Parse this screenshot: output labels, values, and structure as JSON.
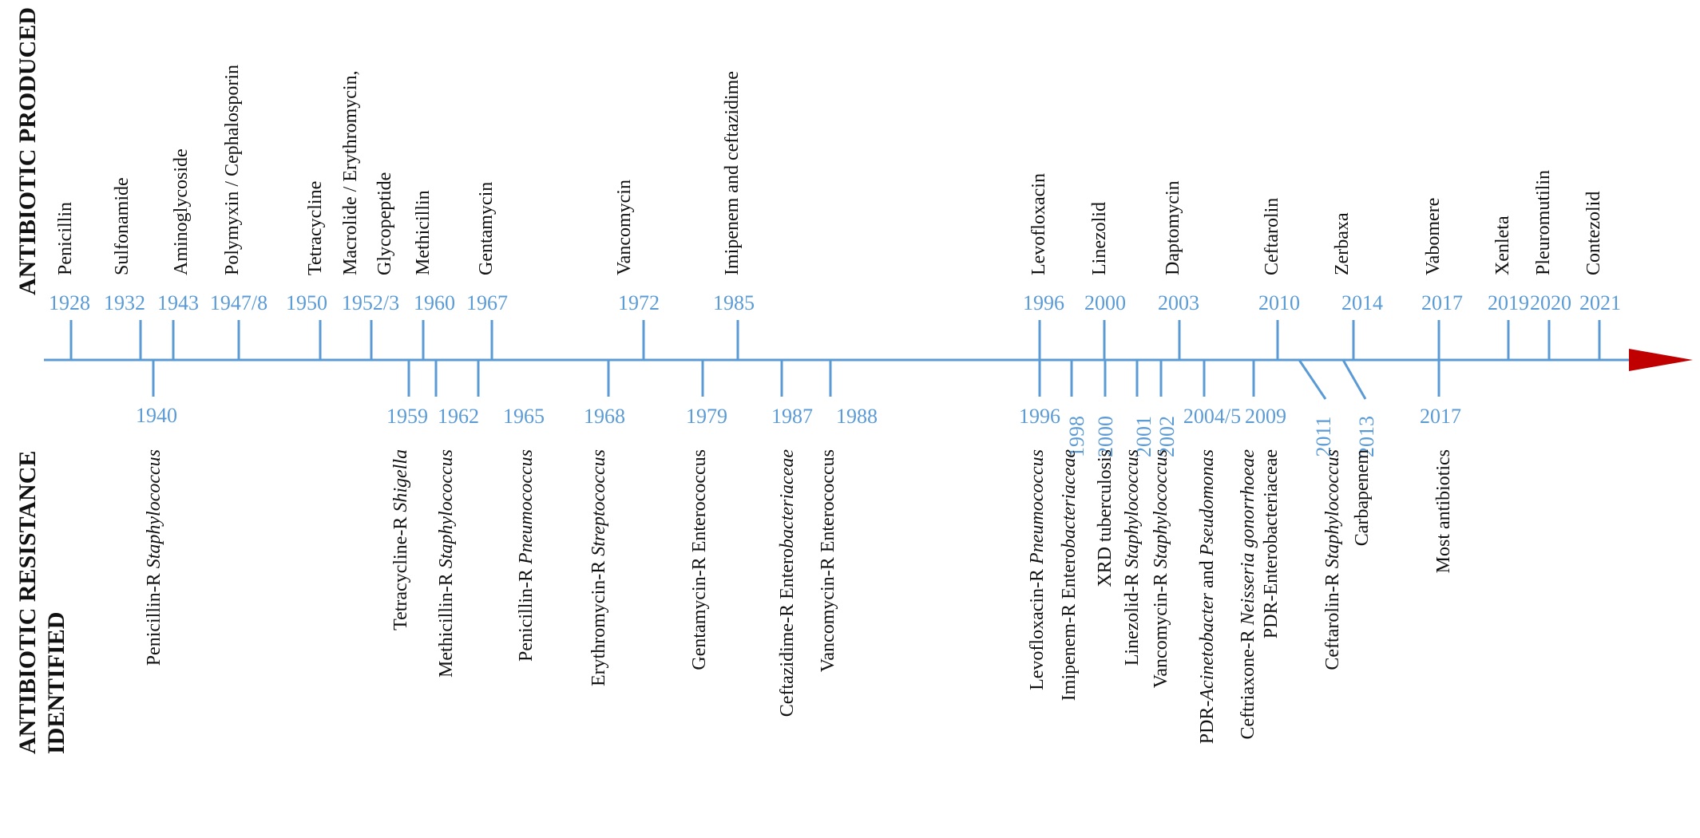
{
  "headers": {
    "produced": "ANTIBIOTIC PRODUCED",
    "resistance_line1": "ANTIBIOTIC RESISTANCE",
    "resistance_line2": "IDENTIFIED"
  },
  "colors": {
    "axis": "#5b9bd5",
    "arrow": "#c00000",
    "text": "#111111"
  },
  "produced": [
    {
      "year": "1928",
      "label": [
        {
          "t": "Penicillin"
        }
      ]
    },
    {
      "year": "1932",
      "label": [
        {
          "t": "Sulfonamide"
        }
      ]
    },
    {
      "year": "1943",
      "label": [
        {
          "t": "Aminoglycoside"
        }
      ]
    },
    {
      "year": "1947/8",
      "label": [
        {
          "t": "Polymyxin / Cephalosporin"
        }
      ]
    },
    {
      "year": "1950",
      "label": [
        {
          "t": "Tetracycline"
        }
      ]
    },
    {
      "year": "1952/3",
      "label": [
        {
          "t": "Macrolide / Erythromycin,"
        }
      ],
      "label2": [
        {
          "t": "Glycopeptide"
        }
      ]
    },
    {
      "year": "1960",
      "label": [
        {
          "t": "Methicillin"
        }
      ]
    },
    {
      "year": "1967",
      "label": [
        {
          "t": "Gentamycin"
        }
      ]
    },
    {
      "year": "1972",
      "label": [
        {
          "t": "Vancomycin"
        }
      ]
    },
    {
      "year": "1985",
      "label": [
        {
          "t": "Imipenem and ceftazidime"
        }
      ]
    },
    {
      "year": "1996",
      "label": [
        {
          "t": "Levofloxacin"
        }
      ]
    },
    {
      "year": "2000",
      "label": [
        {
          "t": "Linezolid"
        }
      ]
    },
    {
      "year": "2003",
      "label": [
        {
          "t": "Daptomycin"
        }
      ]
    },
    {
      "year": "2010",
      "label": [
        {
          "t": "Ceftarolin"
        }
      ]
    },
    {
      "year": "2014",
      "label": [
        {
          "t": "Zerbaxa"
        }
      ]
    },
    {
      "year": "2017",
      "label": [
        {
          "t": "Vabomere"
        }
      ]
    },
    {
      "year": "2019",
      "label": [
        {
          "t": "Xenleta"
        }
      ]
    },
    {
      "year": "2020",
      "label": [
        {
          "t": "Pleuromutilin"
        }
      ]
    },
    {
      "year": "2021",
      "label": [
        {
          "t": "Contezolid"
        }
      ]
    }
  ],
  "resistance": [
    {
      "year": "1940",
      "label": [
        {
          "t": "Penicillin-R  "
        },
        {
          "t": "Staphylococcus",
          "i": true
        }
      ]
    },
    {
      "year": "1959",
      "label": [
        {
          "t": "Tetracycline-R "
        },
        {
          "t": "Shigella",
          "i": true
        }
      ]
    },
    {
      "year": "1962",
      "label": [
        {
          "t": "Methicillin-R  "
        },
        {
          "t": "Staphylococcus",
          "i": true
        }
      ]
    },
    {
      "year": "1965",
      "label": [
        {
          "t": "Penicillin-R  "
        },
        {
          "t": "Pneumococcus",
          "i": true
        }
      ]
    },
    {
      "year": "1968",
      "label": [
        {
          "t": "Erythromycin-R "
        },
        {
          "t": "Streptococcus",
          "i": true
        }
      ]
    },
    {
      "year": "1979",
      "label": [
        {
          "t": "Gentamycin-R Enterococcus"
        }
      ]
    },
    {
      "year": "1987",
      "label": [
        {
          "t": "Ceftazidime-R Entero"
        },
        {
          "t": "bacteriaceae",
          "i": true
        }
      ]
    },
    {
      "year": "1988",
      "label": [
        {
          "t": "Vancomycin-R Enterococcus"
        }
      ]
    },
    {
      "year": "1996",
      "label": [
        {
          "t": "Levofloxacin-R "
        },
        {
          "t": "Pneumococcus",
          "i": true
        }
      ]
    },
    {
      "year": "1998",
      "label": [
        {
          "t": "Imipenem-R Entero"
        },
        {
          "t": "bacteriaceae",
          "i": true
        }
      ]
    },
    {
      "year": "2000",
      "label": [
        {
          "t": "XRD tuberculosis"
        }
      ]
    },
    {
      "year": "2001",
      "label": [
        {
          "t": "Linezolid-R "
        },
        {
          "t": "Staphylococcus",
          "i": true
        }
      ]
    },
    {
      "year": "2002",
      "label": [
        {
          "t": "Vancomycin-R "
        },
        {
          "t": "Staphylococcus",
          "i": true
        }
      ]
    },
    {
      "year": "2004/5",
      "label": [
        {
          "t": "PDR-"
        },
        {
          "t": "Acinetobacter",
          "i": true
        },
        {
          "t": " and "
        },
        {
          "t": "Pseudomonas",
          "i": true
        }
      ]
    },
    {
      "year": "2009",
      "label": [
        {
          "t": "Ceftriaxone-R "
        },
        {
          "t": "Neisseria gonorrhoeae",
          "i": true
        }
      ],
      "label2": [
        {
          "t": "PDR-Enterobacteriaceae"
        }
      ]
    },
    {
      "year": "2011",
      "label": [
        {
          "t": "Ceftarolin-R "
        },
        {
          "t": "Staphylococcus",
          "i": true
        }
      ]
    },
    {
      "year": "2013",
      "label": [
        {
          "t": "Carbapenem"
        }
      ]
    },
    {
      "year": "2017",
      "label": [
        {
          "t": "Most antibiotics"
        }
      ]
    }
  ]
}
